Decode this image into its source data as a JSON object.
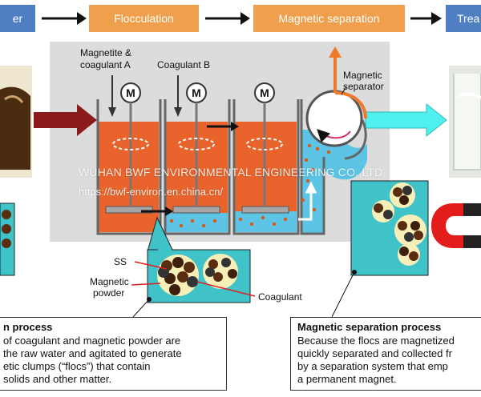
{
  "stages": [
    {
      "label": "er",
      "color": "#4f7fc0"
    },
    {
      "label": "Flocculation",
      "color": "#f0a04c"
    },
    {
      "label": "Magnetic separation",
      "color": "#f0a04c"
    },
    {
      "label": "Trea",
      "color": "#4f7fc0"
    }
  ],
  "labels": {
    "magnetite_coagulant_a": [
      "Magnetite &",
      "coagulant A"
    ],
    "coagulant_b": "Coagulant B",
    "magnetic_separator": [
      "Magnetic",
      "separator"
    ],
    "motor": "M",
    "ss": "SS",
    "magnetic_powder": [
      "Magnetic",
      "powder"
    ],
    "coagulant": "Coagulant"
  },
  "notes": {
    "left": {
      "title": "n process",
      "lines": [
        "of coagulant and magnetic powder are",
        "the raw water and agitated to generate",
        "etic clumps (“flocs”) that contain",
        "solids and other matter."
      ]
    },
    "right": {
      "title": "Magnetic separation process",
      "lines": [
        "Because the flocs are magnetized",
        "quickly separated and collected fr",
        "by a separation system that emp",
        "a permanent magnet."
      ]
    }
  },
  "watermark": {
    "line1": "WUHAN BWF ENVIRONMENTAL ENGINEERING CO.,LTD",
    "line2": "https://bwf-environ.en.china.cn/"
  },
  "colors": {
    "orange_tank": "#e8642c",
    "water_blue": "#5cc4e4",
    "dark_red_arrow": "#8b1a1a",
    "cyan_arrow": "#4ff0ee",
    "callout_fill": "#3fc3c8",
    "floc_yellow": "#f8efb8",
    "frame_gray": "#d9d9d9"
  }
}
